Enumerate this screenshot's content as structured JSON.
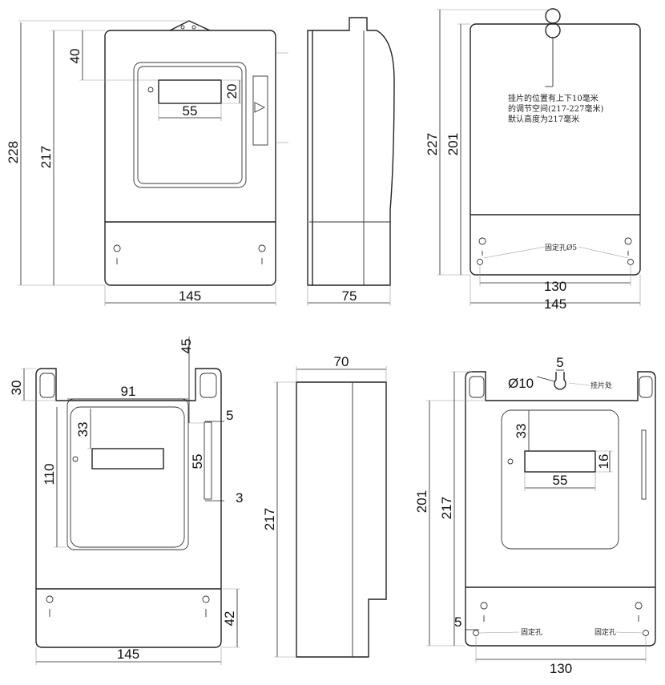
{
  "views": {
    "front_top": {
      "dims": {
        "total_height": "228",
        "body_height": "217",
        "top_offset": "40",
        "window_height": "20",
        "window_width": "55",
        "width": "145"
      }
    },
    "side_top": {
      "dims": {
        "depth": "75"
      }
    },
    "back_top": {
      "dims": {
        "max_height": "227",
        "min_height": "201",
        "hole_spacing": "130",
        "width": "145"
      },
      "note": [
        "挂片的位置有上下10毫米",
        "的调节空间(217-227毫米)",
        "默认高度为217毫米"
      ],
      "hole_label": "固定孔Ø5"
    },
    "front_bottom": {
      "dims": {
        "top_band": "30",
        "window_offset": "45",
        "window_frame_width": "91",
        "display_offset": "33",
        "window_frame_height": "110",
        "terminal_gap": "5",
        "terminal_height": "55",
        "terminal_bottom": "3",
        "bottom_band": "42",
        "width": "145"
      }
    },
    "side_bottom": {
      "dims": {
        "depth": "70",
        "height": "217"
      }
    },
    "back_bottom": {
      "dims": {
        "slot_width": "5",
        "hook_diameter": "Ø10",
        "display_offset": "33",
        "display_height": "16",
        "display_width": "55",
        "min_height": "201",
        "max_height": "217",
        "hole_offset": "5",
        "hole_spacing": "130"
      },
      "hook_label": "挂片处",
      "hole_label_left": "固定孔",
      "hole_label_right": "固定孔"
    }
  }
}
